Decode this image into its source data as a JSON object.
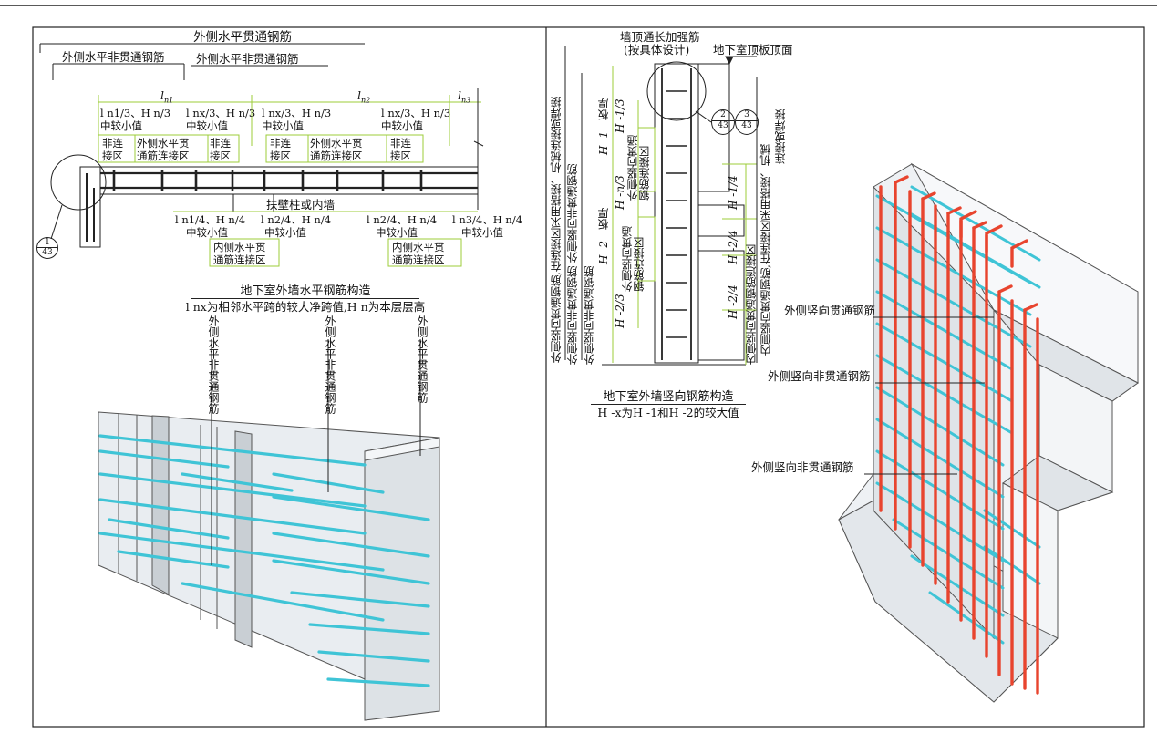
{
  "left_top": {
    "top_through": "外侧水平贯通钢筋",
    "outer_nonthrough_1": "外侧水平非贯通钢筋",
    "outer_nonthrough_2": "外侧水平非贯通钢筋",
    "span_ln1": "l",
    "span_ln1_sub": "n1",
    "span_ln2": "l",
    "span_ln2_sub": "n2",
    "span_ln3": "l",
    "span_ln3_sub": "n3",
    "zone1_top": "l n1/3、H n/3",
    "zone1_bot": "中较小值",
    "zone2_top": "l nx/3、H n/3",
    "zone2_bot": "中较小值",
    "zone3_top": "l nx/3、H n/3",
    "zone3_bot": "中较小值",
    "zone4_top": "l nx/3、H n/3",
    "zone4_bot": "中较小值",
    "nonconn_1": "非连\n接区",
    "outer_conn_1": "外侧水平贯\n通筋连接区",
    "nonconn_2": "非连\n接区",
    "nonconn_3": "非连\n接区",
    "outer_conn_2": "外侧水平贯\n通筋连接区",
    "nonconn_4": "非连\n接区",
    "pilaster": "扶壁柱或内墙",
    "bz1_top": "l n1/4、H n/4",
    "bz1_bot": "中较小值",
    "bz2_top": "l n2/4、H n/4",
    "bz2_bot": "中较小值",
    "bz3_top": "l n2/4、H n/4",
    "bz3_bot": "中较小值",
    "bz4_top": "l n3/4、H n/4",
    "bz4_bot": "中较小值",
    "inner_conn_1": "内侧水平贯\n通筋连接区",
    "inner_conn_2": "内侧水平贯\n通筋连接区",
    "detail_top": "1",
    "detail_bot": "43",
    "title": "地下室外墙水平钢筋构造",
    "subtitle": "l nx为相邻水平跨的较大净跨值,H n为本层层高"
  },
  "left_3d": {
    "callout_1": "外侧水平非贯通钢筋",
    "callout_2": "外侧水平非贯通钢筋",
    "callout_3": "外侧水平贯通钢筋"
  },
  "right_section": {
    "top_reinf": "墙顶通长加强筋",
    "top_reinf_2": "(按具体设计)",
    "slab_top": "地下室顶板顶面",
    "slab_thick_1": "板厚",
    "slab_thick_2": "板厚",
    "h1": "H -1",
    "h2": "H -2",
    "h1_3": "H -1/3",
    "hn_3": "H -n/3",
    "h2_3": "H -2/3",
    "h1_4": "H -1/4",
    "h2_4a": "H -2/4",
    "h2_4b": "H -2/4",
    "outer_vert_conn_1": "外侧竖向贯通\n钢筋连接区",
    "outer_vert_conn_2": "外侧竖向贯通\n钢筋连接区",
    "left_vert_1": "外侧竖向贯通钢筋,在连接区采用搭接、机械连接或焊接",
    "left_vert_2": "外侧竖向非贯通钢筋 外侧竖向非贯通钢筋",
    "left_vert_3": "外侧竖向非贯通钢筋",
    "right_vert_1": "内侧竖向贯通钢筋连接区",
    "right_vert_2": "内侧竖向贯通钢筋,在连接区采用搭接、机械",
    "right_vert_3": "连接或焊接",
    "detail_a_top": "2",
    "detail_a_bot": "43",
    "detail_b_top": "3",
    "detail_b_bot": "43",
    "title": "地下室外墙竖向钢筋构造",
    "subtitle": "H -x为H -1和H -2的较大值"
  },
  "right_3d": {
    "callout_1": "外侧竖向贯通钢筋",
    "callout_2": "外侧竖向非贯通钢筋",
    "callout_3": "外侧竖向非贯通钢筋"
  },
  "colors": {
    "rebar_cyan": "#3fc4d6",
    "rebar_red": "#e8442e",
    "dim_green": "#9ccc3a",
    "wall_fill": "#e9edf1",
    "wall_dark": "#cfd5da",
    "line": "#222222"
  }
}
